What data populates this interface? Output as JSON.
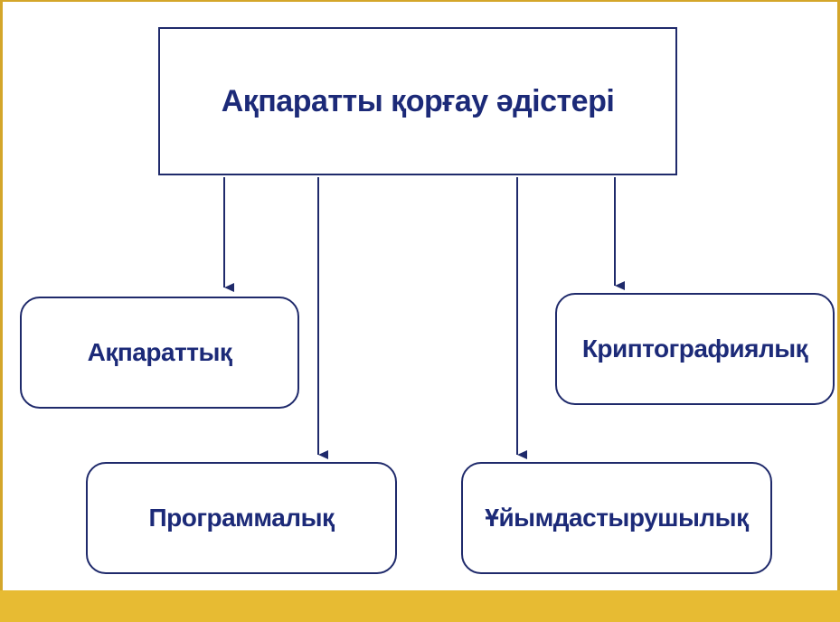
{
  "diagram": {
    "root": {
      "label": "Ақпаратты қорғау әдістері"
    },
    "children": [
      {
        "id": "information",
        "label": "Ақпараттық"
      },
      {
        "id": "software",
        "label": "Программалық"
      },
      {
        "id": "organizational",
        "label": "Ұйымдастырушылық"
      },
      {
        "id": "cryptographic",
        "label": "Криптографиялық"
      }
    ]
  },
  "colors": {
    "border_accent": "#d4a62a",
    "bottom_band": "#e7bb33",
    "box_border": "#1f2a6b",
    "text": "#1c2a78"
  }
}
